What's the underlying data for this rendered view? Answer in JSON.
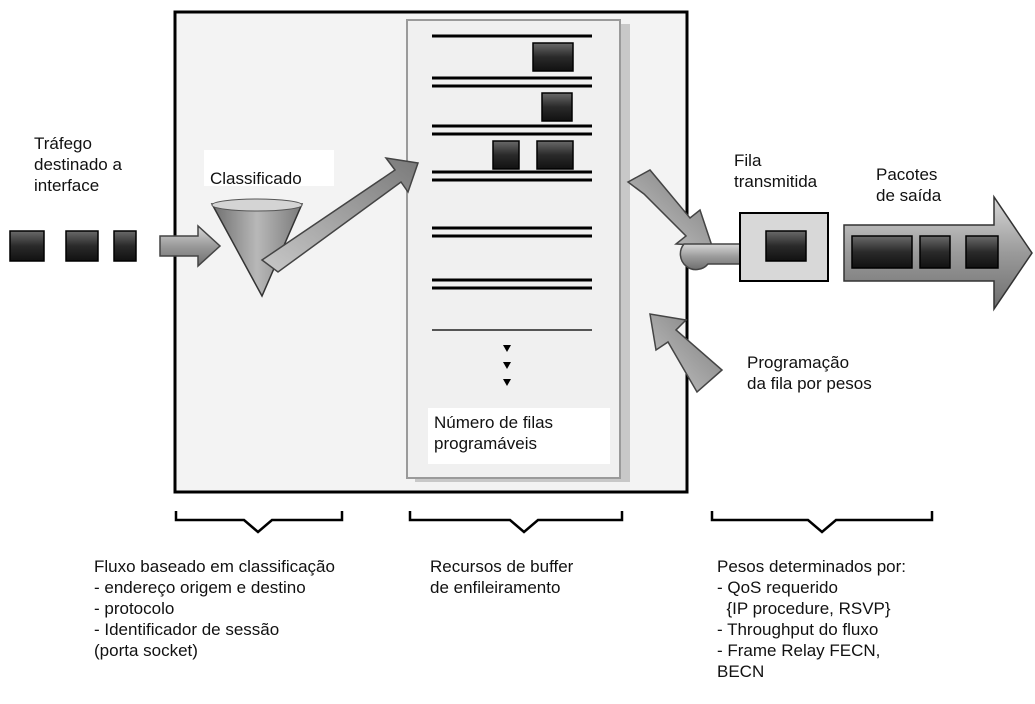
{
  "labels": {
    "incoming_traffic": "Tráfego\ndestinado a\ninterface",
    "classifier": "Classificado",
    "transmit_queue": "Fila\ntransmitida",
    "output_packets": "Pacotes\nde saída",
    "scheduler": "Programação\nda fila por pesos",
    "queue_count": "Número de filas\nprogramáveis"
  },
  "captions": {
    "classification": "Fluxo baseado em classificação\n- endereço origem e destino\n- protocolo\n- Identificador de sessão\n(porta socket)",
    "buffer": "Recursos de buffer\nde enfileiramento",
    "weights": "Pesos determinados por:\n- QoS requerido\n  {IP procedure, RSVP}\n- Throughput do fluxo\n- Frame Relay FECN,\nBECN"
  }
}
